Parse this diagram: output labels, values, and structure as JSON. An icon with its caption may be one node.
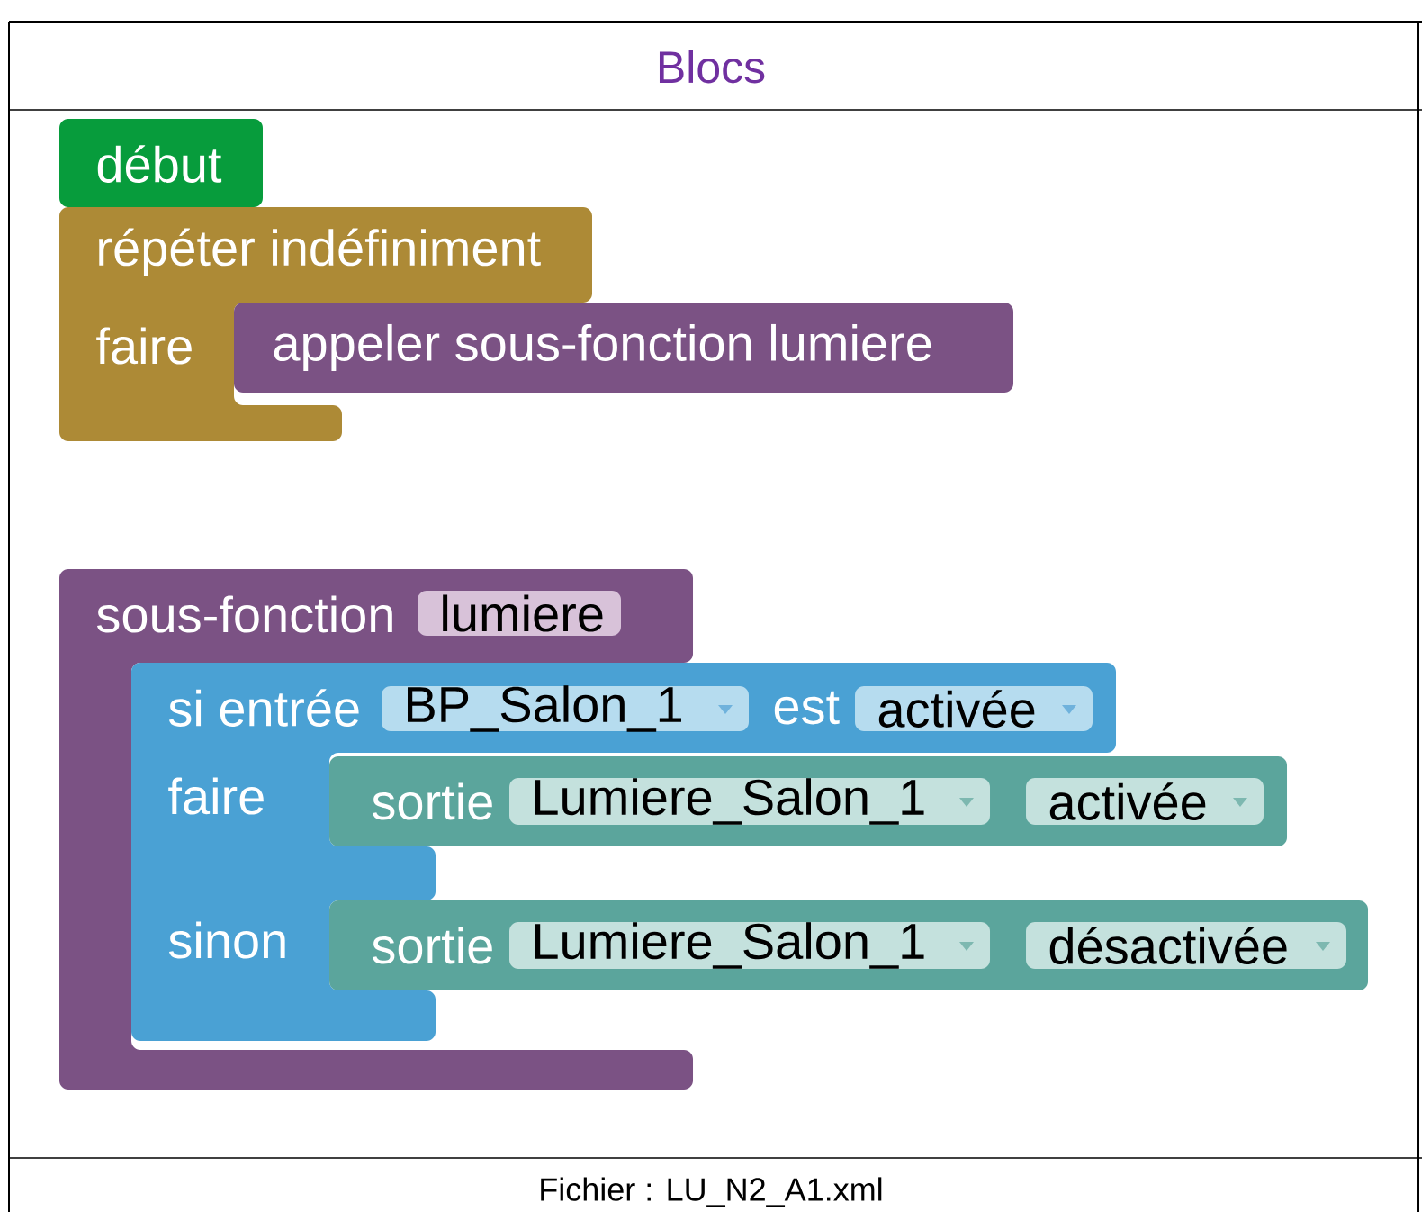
{
  "diagram": {
    "title": "Blocs",
    "caption": "Fichier : LU_N2_A1.xml",
    "nodes": [
      {
        "text": [
          "début"
        ]
      },
      {
        "text": [
          "répéter indéfiniment",
          "faire"
        ]
      },
      {
        "text": [
          "appeler sous-fonction lumiere"
        ]
      },
      {
        "text": [
          "sous-fonction"
        ]
      },
      {
        "text": [
          "lumiere"
        ],
        "in": 3
      },
      {
        "text": [
          "si entrée",
          "est",
          "faire",
          "sinon"
        ]
      },
      {
        "text": [
          "BP_Salon_1"
        ],
        "in": 5
      },
      {
        "text": [
          "activée"
        ],
        "in": 5
      },
      {
        "text": [
          "sortie"
        ]
      },
      {
        "text": [
          "Lumiere_Salon_1"
        ],
        "in": 8
      },
      {
        "text": [
          "activée"
        ],
        "in": 8
      },
      {
        "text": [
          "sortie"
        ]
      },
      {
        "text": [
          "Lumiere_Salon_1"
        ],
        "in": 11
      },
      {
        "text": [
          "désactivée"
        ],
        "in": 11
      }
    ]
  }
}
